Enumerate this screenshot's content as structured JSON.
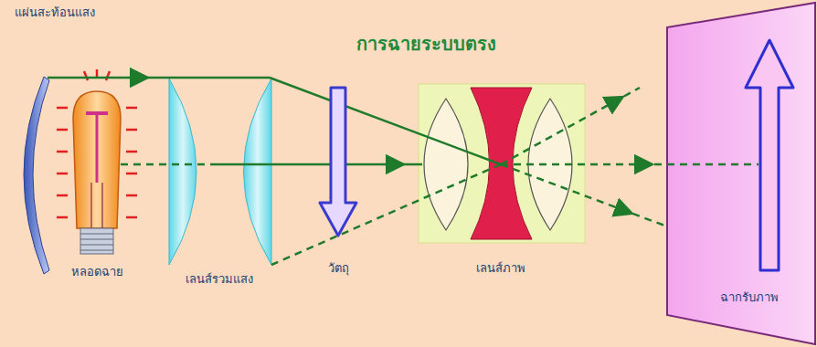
{
  "diagram": {
    "title": "การฉายระบบตรง",
    "labels": [
      "แผ่นสะท้อนแสง",
      "หลอดฉาย",
      "เลนส์รวมแสง",
      "วัตถุ",
      "เลนส์ภาพ",
      "ฉากรับภาพ"
    ]
  }
}
